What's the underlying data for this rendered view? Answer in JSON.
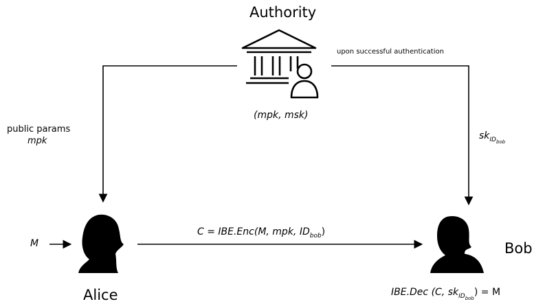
{
  "authority": {
    "title": "Authority",
    "keys": "(mpk, msk)",
    "icon": "bank-with-user-icon"
  },
  "alice": {
    "name": "Alice",
    "icon": "woman-silhouette-icon"
  },
  "bob": {
    "name": "Bob",
    "icon": "man-silhouette-icon"
  },
  "edges": {
    "authority_to_alice": {
      "label_line1": "public params",
      "label_line2": "mpk"
    },
    "authority_to_bob": {
      "caption": "upon successful authentication",
      "label_base": "sk",
      "label_sub": "ID",
      "label_subsub": "bob"
    },
    "alice_to_bob": {
      "label": "C = IBE.Enc(M, mpk, ID",
      "label_sub": "bob",
      "label_end": ")"
    },
    "message_in": {
      "label": "M"
    }
  },
  "decrypt": {
    "prefix": "IBE.Dec (C, sk",
    "sub": "ID",
    "subsub": "bob",
    "suffix": ") = M"
  },
  "colors": {
    "ink": "#000000",
    "background": "#ffffff"
  }
}
